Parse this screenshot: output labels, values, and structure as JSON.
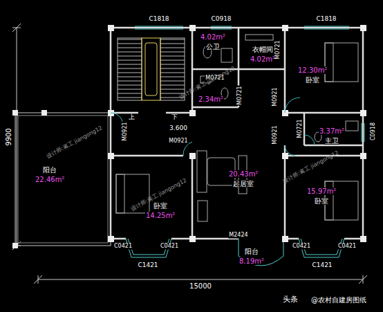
{
  "diagram": {
    "nodes": [
      {
        "text": [
          "4.02m²",
          "公卫"
        ]
      },
      {
        "text": [
          "衣帽间",
          "4.02m²"
        ]
      },
      {
        "text": [
          "12.30m²",
          "卧室"
        ]
      },
      {
        "text": [
          "2.34m²"
        ]
      },
      {
        "text": [
          "3.37m²",
          "主卫"
        ]
      },
      {
        "text": [
          "阳台",
          "22.46m²"
        ]
      },
      {
        "text": [
          "20.43m²",
          "起居室"
        ]
      },
      {
        "text": [
          "卧室",
          "14.25m²"
        ]
      },
      {
        "text": [
          "15.97m²",
          "卧室"
        ]
      },
      {
        "text": [
          "阳台",
          "8.19m²"
        ]
      }
    ],
    "labels": [
      "C1818",
      "C0918",
      "C1818",
      "9900",
      "M0721",
      "M0721",
      "M0721",
      "M0921",
      "M0921",
      "3.600",
      "M0921",
      "上",
      "下",
      "M0921",
      "M0721",
      "C0918",
      "M2424",
      "C0421",
      "C0421",
      "C0421",
      "C0421",
      "C1421",
      "C1421",
      "15000",
      "设计师:蒋工 jiangong12",
      "设计师:蒋工 jiangong12",
      "设计师:蒋工 jiangong12",
      "设计师:蒋工 jiangong12",
      "头条",
      "@农村自建房图纸"
    ]
  }
}
